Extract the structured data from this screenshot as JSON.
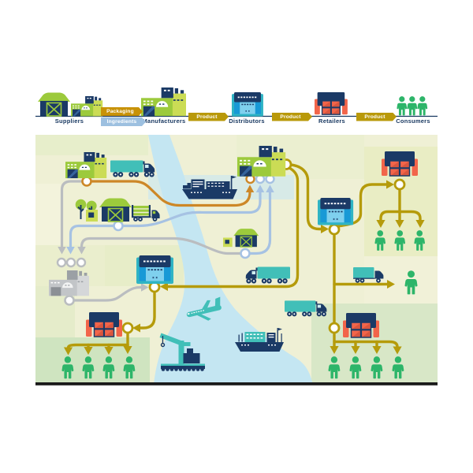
{
  "title": "Supply chain flow infographic",
  "header": {
    "stages": [
      {
        "label": "Suppliers",
        "icon": "barn-and-factory-icon"
      },
      {
        "label": "Manufacturers",
        "icon": "factory-icon"
      },
      {
        "label": "Distributors",
        "icon": "warehouse-icon"
      },
      {
        "label": "Retailers",
        "icon": "storefront-icon"
      },
      {
        "label": "Consumers",
        "icon": "people-icon"
      }
    ],
    "flows": [
      {
        "label": "Packaging",
        "color": "#c89208"
      },
      {
        "label": "Ingredients",
        "color": "#9dc0e0"
      },
      {
        "label": "Product",
        "color": "#b9990a"
      },
      {
        "label": "Product",
        "color": "#b9990a"
      },
      {
        "label": "Product",
        "color": "#b9990a"
      }
    ]
  },
  "map": {
    "sites": [
      "packaging-supplier-factory",
      "ingredient-farm",
      "ingredient-barn",
      "manufacturer-factory",
      "inactive-gray-factory",
      "distributor-warehouse-center",
      "distributor-warehouse-right",
      "retailer-store-top-right",
      "retailer-store-bottom-left",
      "retailer-store-bottom-right",
      "consumer-group-of-3",
      "single-consumer",
      "consumer-group-of-4-left",
      "consumer-group-of-4-right"
    ],
    "vehicles": [
      "semi-truck",
      "log-truck",
      "box-truck",
      "container-ship",
      "cargo-ship",
      "harbor-crane-barge",
      "airplane"
    ],
    "route_types": [
      {
        "name": "packaging-route",
        "color": "#cd8727"
      },
      {
        "name": "ingredient-route",
        "color": "#a6c2e3"
      },
      {
        "name": "inactive-route",
        "color": "#babdc0"
      },
      {
        "name": "product-route",
        "color": "#b59b0b"
      }
    ]
  },
  "colors": {
    "navy": "#1b3a66",
    "green": "#9cca3c",
    "light_green": "#cbdc55",
    "teal": "#41bfb8",
    "blue": "#1899d6",
    "light_blue": "#7fd0ee",
    "teal_slab": "#2fb4c4",
    "orange": "#f2654a",
    "people_green": "#2db569",
    "river": "#c4e6f2",
    "map_base": "#eff0d5",
    "gold_route": "#b59b0b",
    "orange_route": "#cd8727",
    "blue_route": "#a6c2e3",
    "gray_route": "#babdc0"
  }
}
